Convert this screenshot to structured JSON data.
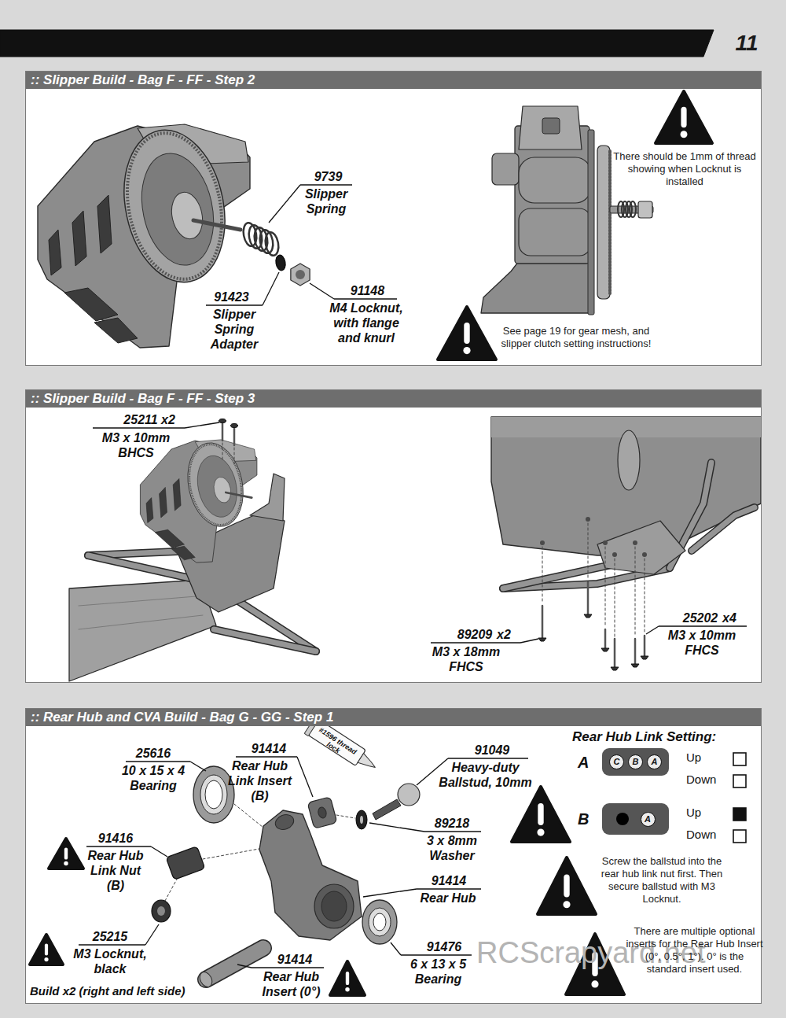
{
  "diagram": {
    "nodes": [
      {
        "text": [
          ":: Slipper Build - Bag F - FF - Step 2"
        ]
      },
      {
        "text": [
          ":: Slipper Build - Bag F - FF - Step 3"
        ]
      },
      {
        "text": [
          ":: Rear Hub and CVA Build - Bag G - GG - Step 1"
        ]
      },
      {
        "text": [
          "C",
          "B",
          "A"
        ],
        "in": 2
      },
      {
        "text": [
          "A"
        ],
        "in": 2
      }
    ],
    "labels": [
      "11",
      "9739",
      "Slipper Spring",
      "91423",
      "Slipper Spring Adapter",
      "91148",
      "M4 Locknut, with flange and knurl",
      "There should be 1mm of thread showing when Locknut is installed",
      "See page 19 for gear mesh, and slipper clutch setting instructions!",
      "25211",
      "x2",
      "M3 x 10mm BHCS",
      "89209",
      "x2",
      "M3 x 18mm FHCS",
      "25202",
      "x4",
      "M3 x 10mm FHCS",
      "25616",
      "10 x 15 x 4 Bearing",
      "91414",
      "Rear Hub Link Insert (B)",
      "#1596 thread lock",
      "91049",
      "Heavy-duty Ballstud, 10mm",
      "89218",
      "3 x 8mm Washer",
      "91416",
      "Rear Hub Link Nut (B)",
      "91414",
      "Rear Hub",
      "25215",
      "M3 Locknut, black",
      "91476",
      "6 x 13 x 5 Bearing",
      "91414",
      "Rear Hub Insert (0°)",
      "Build x2 (right and left side)",
      "Rear Hub Link Setting:",
      "A",
      "Up",
      "Down",
      "B",
      "Up",
      "Down",
      "Screw the ballstud into the rear hub link nut first. Then secure ballstud with M3 Locknut.",
      "There are multiple optional inserts for the Rear Hub Insert (0°, 0.5°, 1°). 0° is the standard insert used.",
      "RCScrapyard.net"
    ]
  }
}
